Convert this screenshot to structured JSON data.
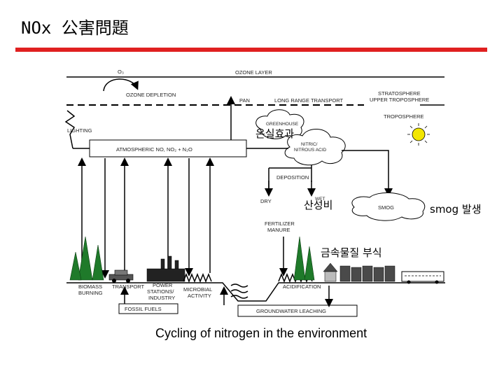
{
  "title": "NOx 公害問題",
  "diagram": {
    "labels": {
      "o3": "O₃",
      "ozone_layer": "OZONE LAYER",
      "ozone_depletion": "OZONE DEPLETION",
      "pan": "PAN",
      "long_range": "LONG RANGE TRANSPORT",
      "stratosphere": "STRATOSPHERE",
      "upper_troposphere": "UPPER TROPOSPHERE",
      "troposphere": "TROPOSPHERE",
      "greenhouse": "GREENHOUSE",
      "lighting": "LIGHTING",
      "atmospheric": "ATMOSPHERIC NO, NO₂ + N₂O",
      "nitric_1": "NITRIC/",
      "nitric_2": "NITROUS ACID",
      "deposition": "DEPOSITION",
      "dry": "DRY",
      "wet": "WET",
      "smog": "SMOG",
      "fertilizer_1": "FERTILIZER",
      "fertilizer_2": "MANURE",
      "biomass_1": "BIOMASS",
      "biomass_2": "BURNING",
      "transport": "TRANSPORT",
      "power_1": "POWER",
      "power_2": "STATIONS/",
      "power_3": "INDUSTRY",
      "microbial_1": "MICROBIAL",
      "microbial_2": "ACTIVITY",
      "acidification": "ACIDIFICATION",
      "fossil": "FOSSIL FUELS",
      "groundwater": "GROUNDWATER LEACHING"
    },
    "korean": {
      "greenhouse_effect": "온실효과",
      "acid_rain": "산성비",
      "smog_occurrence": "smog 발생",
      "metal_corrosion": "금속물질 부식"
    },
    "caption": "Cycling of nitrogen in the environment"
  },
  "colors": {
    "accent_bar": "#e02020",
    "tree": "#1f7a2a",
    "sun": "#f2e600"
  }
}
